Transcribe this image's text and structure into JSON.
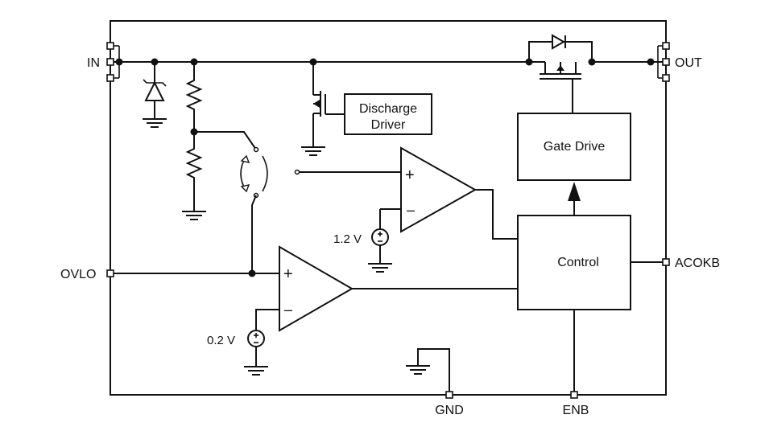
{
  "pins": {
    "in": "IN",
    "out": "OUT",
    "ovlo": "OVLO",
    "acokb": "ACOKB",
    "gnd": "GND",
    "enb": "ENB"
  },
  "blocks": {
    "discharge_driver": [
      "Discharge",
      "Driver"
    ],
    "gate_drive": "Gate Drive",
    "control": "Control"
  },
  "comparators": {
    "upper": {
      "plus": "+",
      "minus": "–"
    },
    "lower": {
      "plus": "+",
      "minus": "–"
    }
  },
  "references": {
    "upper": "1.2 V",
    "lower": "0.2 V"
  },
  "colors": {
    "line": "#111111",
    "background": "#ffffff"
  }
}
